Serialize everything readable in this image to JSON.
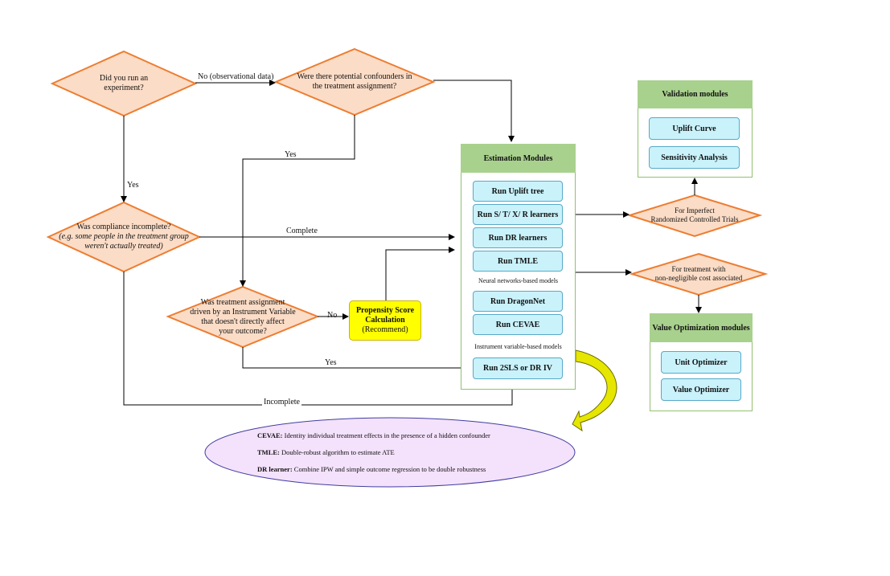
{
  "colors": {
    "decision_fill": "#fbdcc6",
    "decision_border": "#ed7d31",
    "panel_header": "#a9d18e",
    "module_fill": "#c9f2fb",
    "highlight_fill": "#ffff00",
    "notes_fill": "#f4e1fb",
    "notes_border": "#403da0",
    "callout_arrow": "#e6e600"
  },
  "decisions": {
    "experiment": [
      "Did you run an",
      "experiment?"
    ],
    "confounders": [
      "Were there potential confounders in",
      "the treatment assignment?"
    ],
    "compliance": [
      "Was compliance incomplete?",
      "(e.g. some people in the treatment group",
      "weren't actually treated)"
    ],
    "instrument": [
      "Was treatment assignment",
      "driven by an Instrument Variable",
      "that doesn't directly affect",
      "your outcome?"
    ],
    "imperfect_rct": [
      "For Imperfect",
      "Randomized Controlled Trials"
    ],
    "costly_treatment": [
      "For treatment with",
      "non-negligible cost associated"
    ]
  },
  "edge_labels": {
    "no_observational": "No (observational data)",
    "yes_confounders": "Yes",
    "yes_experiment": "Yes",
    "complete": "Complete",
    "no_instrument": "No",
    "yes_instrument": "Yes",
    "incomplete": "Incomplete"
  },
  "propensity": {
    "title": [
      "Propensity Score",
      "Calculation"
    ],
    "note": "(Recommend)"
  },
  "estimation": {
    "title": "Estimation Modules",
    "modules": {
      "uplift_tree": "Run Uplift tree",
      "meta_learners": "Run S/ T/ X/ R learners",
      "dr_learners": "Run DR learners",
      "tmle": "Run TMLE",
      "dragonnet": "Run DragonNet",
      "cevae": "Run CEVAE",
      "iv": "Run 2SLS or DR IV"
    },
    "nn_label": "Neural networks-based models",
    "iv_label": "Instrument variable-based models"
  },
  "validation": {
    "title": "Validation modules",
    "uplift_curve": "Uplift Curve",
    "sensitivity": "Sensitivity Analysis"
  },
  "value_optimization": {
    "title": "Value Optimization modules",
    "unit_optimizer": "Unit Optimizer",
    "value_optimizer": "Value Optimizer"
  },
  "notes": [
    {
      "term": "CEVAE:",
      "text": " Identity individual treatment effects in the presence of a hidden confounder"
    },
    {
      "term": "TMLE:",
      "text": " Double-robust algorithm to estimate ATE"
    },
    {
      "term": "DR learner:",
      "text": " Combine IPW and simple outcome regression to be double robustness"
    }
  ]
}
